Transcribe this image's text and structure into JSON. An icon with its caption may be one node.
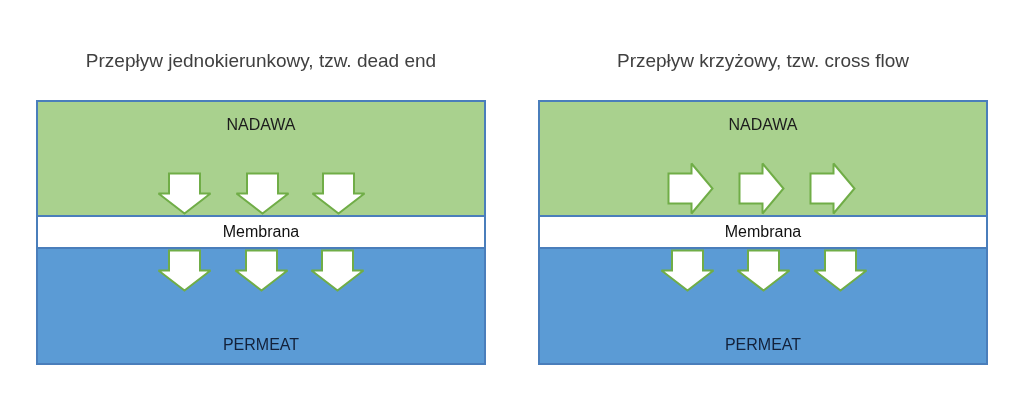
{
  "diagram": {
    "nodes": [
      {
        "text": [
          "Przepływ jednokierunkowy, tzw. dead end"
        ]
      },
      {
        "text": [
          "NADAWA"
        ],
        "in": 0
      },
      {
        "text": [
          "Membrana"
        ],
        "in": 0
      },
      {
        "text": [
          "PERMEAT"
        ],
        "in": 0
      },
      {
        "text": [
          "Przepływ krzyżowy, tzw. cross flow"
        ]
      },
      {
        "text": [
          "NADAWA"
        ],
        "in": 4
      },
      {
        "text": [
          "Membrana"
        ],
        "in": 4
      },
      {
        "text": [
          "PERMEAT"
        ],
        "in": 4
      }
    ]
  }
}
